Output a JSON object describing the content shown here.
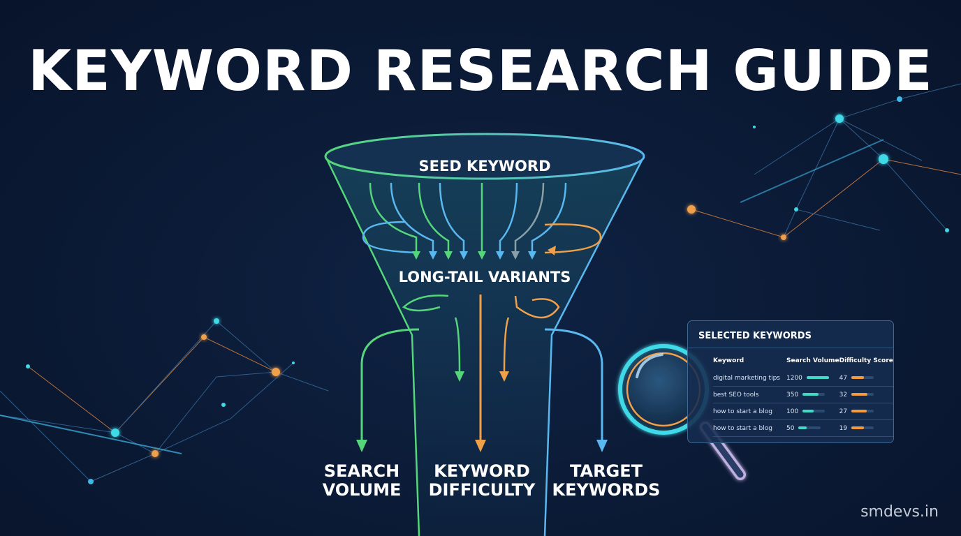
{
  "title": "KEYWORD RESEARCH GUIDE",
  "funnel": {
    "top_label": "SEED KEYWORD",
    "middle_label": "LONG-TAIL VARIANTS"
  },
  "outputs": [
    {
      "label": "SEARCH\nVOLUME",
      "color": "#55d67a"
    },
    {
      "label": "KEYWORD\nDIFFICULTY",
      "color": "#f0a04b"
    },
    {
      "label": "TARGET\nKEYWORDS",
      "color": "#5ab8f0"
    }
  ],
  "panel": {
    "title": "SELECTED KEYWORDS",
    "headers": [
      "Keyword",
      "Search Volume",
      "Difficulty Score"
    ],
    "rows": [
      {
        "keyword": "digital marketing tips",
        "volume": "1200",
        "difficulty": "47",
        "volume_level": 1.0,
        "difficulty_level": 0.55
      },
      {
        "keyword": "best SEO tools",
        "volume": "350",
        "difficulty": "32",
        "volume_level": 0.72,
        "difficulty_level": 0.72
      },
      {
        "keyword": "how to start a blog",
        "volume": "100",
        "difficulty": "27",
        "volume_level": 0.5,
        "difficulty_level": 0.68
      },
      {
        "keyword": "how to start a blog",
        "volume": "50",
        "difficulty": "19",
        "volume_level": 0.35,
        "difficulty_level": 0.55
      }
    ]
  },
  "watermark": "smdevs.in",
  "colors": {
    "green": "#55d67a",
    "orange": "#f0a04b",
    "blue": "#5ab8f0",
    "cyan_bar": "#3fd9c6",
    "orange_bar": "#f29a3c",
    "background": "#0b1a35"
  }
}
